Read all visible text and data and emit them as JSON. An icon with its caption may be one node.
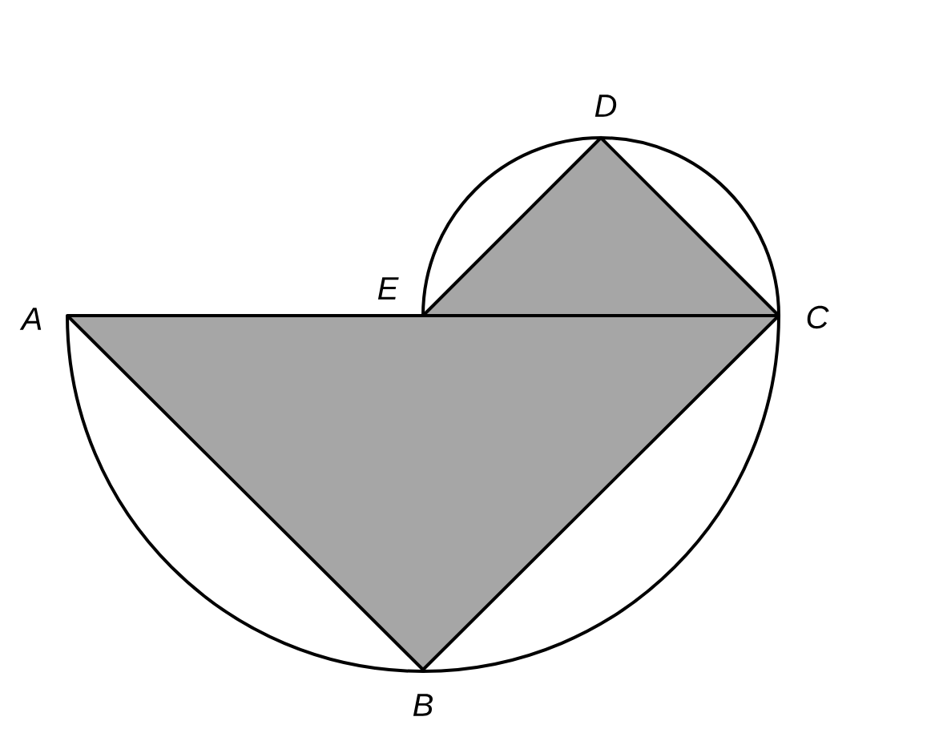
{
  "diagram": {
    "labels": [
      "D",
      "E",
      "A",
      "C",
      "B"
    ]
  }
}
